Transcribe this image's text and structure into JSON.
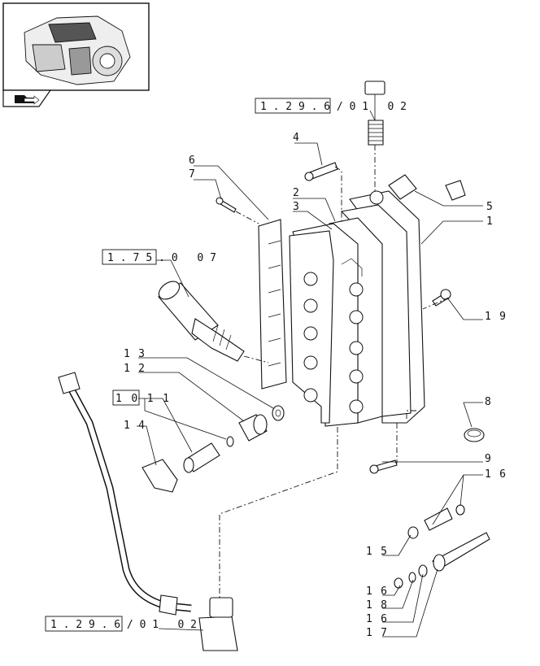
{
  "references": {
    "ref_top": "1.29.6/01 02",
    "ref_left": "1.75.0 07",
    "ref_bottom": "1.29.6/01 02",
    "ref_mid": "1011"
  },
  "callouts": {
    "c1": "1",
    "c2": "2",
    "c3": "3",
    "c4": "4",
    "c5": "5",
    "c6": "6",
    "c7": "7",
    "c8": "8",
    "c9": "9",
    "c12": "12",
    "c13": "13",
    "c14": "14",
    "c15": "15",
    "c16a": "16",
    "c16b": "16",
    "c16c": "16",
    "c17": "17",
    "c18": "18",
    "c19": "19"
  },
  "icons": {
    "thumbnail": "transmission-thumbnail",
    "nav": "arrow-folder-icon"
  }
}
